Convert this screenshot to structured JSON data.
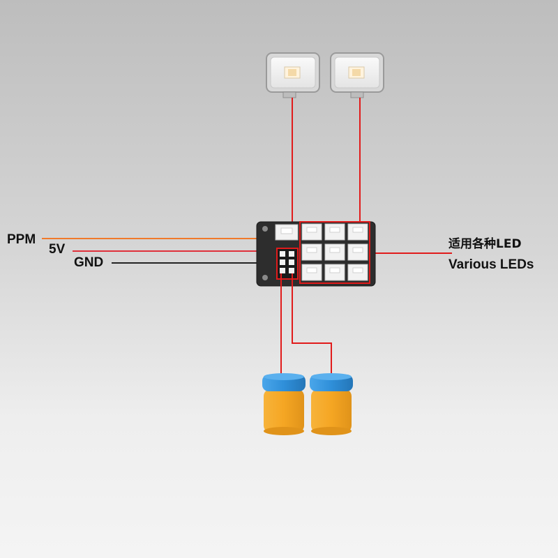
{
  "labels": {
    "ppm": "PPM",
    "v5": "5V",
    "gnd": "GND",
    "leds_cn": "适用各种LED",
    "leds_en": "Various LEDs"
  },
  "colors": {
    "ppm_wire": "#f07a2a",
    "v5_wire": "#e0303a",
    "gnd_wire": "#222222",
    "led_wire": "#e11b1b",
    "board": "#2d2d2d",
    "connector": "#f2f2f2",
    "highlight": "#e11b1b",
    "lamp_body": "#f5a623",
    "lamp_cap": "#2f8fd9"
  },
  "icons": {
    "work_light": "square-work-light-icon",
    "round_lamp": "cylinder-lamp-icon",
    "board": "led-controller-board-icon"
  }
}
